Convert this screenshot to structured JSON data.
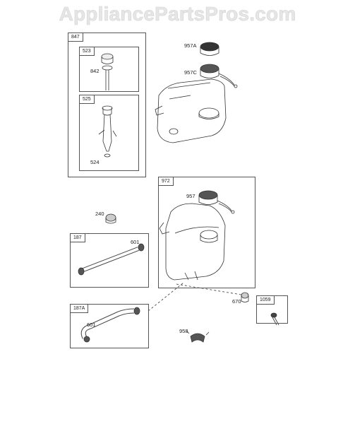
{
  "watermark": "AppliancePartsPros.com",
  "boxes": {
    "b847": "847",
    "b523": "523",
    "b525": "525",
    "b972": "972",
    "b187": "187",
    "b187a": "187A",
    "b1059": "1059"
  },
  "parts": {
    "p842": "842",
    "p524": "524",
    "p957a": "957A",
    "p957c": "957C",
    "p957": "957",
    "p240": "240",
    "p601a": "601",
    "p601b": "601",
    "p670": "670",
    "p958": "958"
  }
}
